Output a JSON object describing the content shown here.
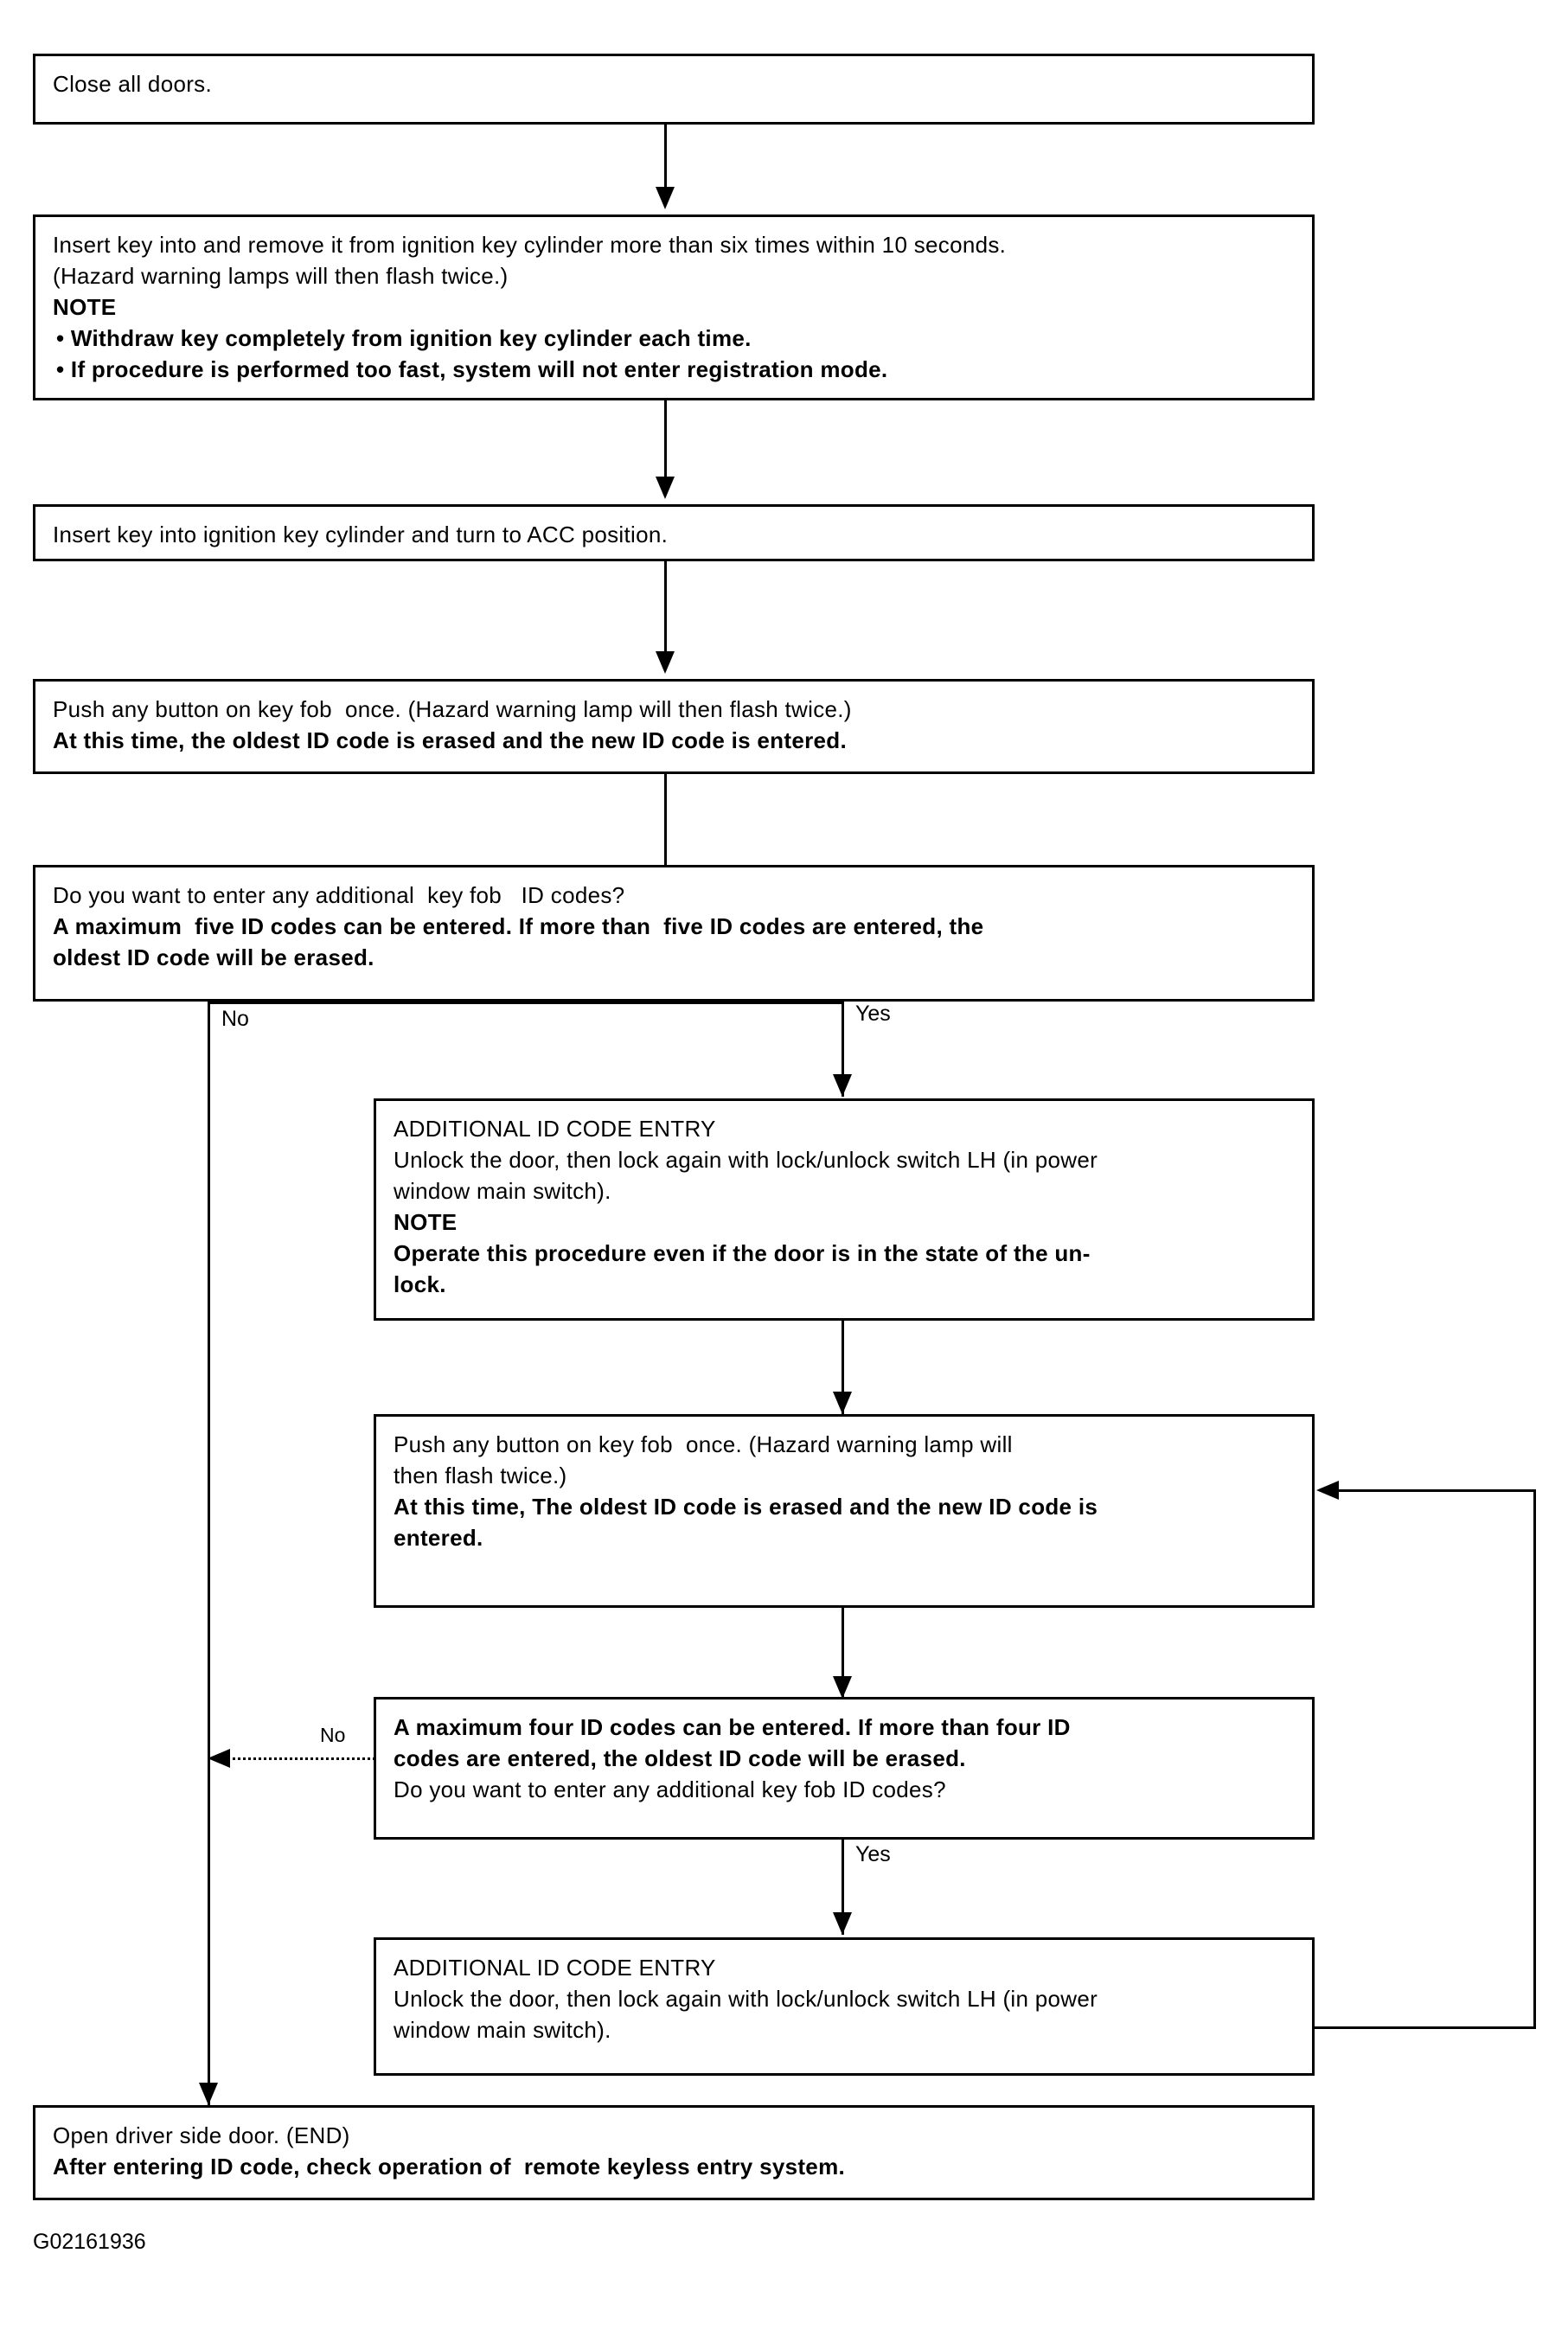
{
  "figure": {
    "caption_id": "G02161936"
  },
  "nodes": {
    "close_doors": {
      "lines": [
        {
          "text": "Close all doors.",
          "bold": false
        }
      ]
    },
    "insert_remove_key": {
      "lines": [
        {
          "text": "Insert key into and remove it from ignition key cylinder more than six times within 10 seconds.",
          "bold": false
        },
        {
          "text": "(Hazard warning lamps will then flash twice.)",
          "bold": false
        },
        {
          "text": "NOTE",
          "bold": true
        },
        {
          "text": "• Withdraw key completely from ignition key cylinder each time.",
          "bold": true
        },
        {
          "text": "• If procedure is performed too fast, system will not enter registration mode.",
          "bold": true
        }
      ]
    },
    "turn_acc": {
      "lines": [
        {
          "text": "Insert key into ignition key cylinder and turn to ACC position.",
          "bold": false
        }
      ]
    },
    "push_button_first": {
      "lines": [
        {
          "text": "Push any button on key fob  once. (Hazard warning lamp will then flash twice.)",
          "bold": false
        },
        {
          "text": "At this time, the oldest ID code is erased and the new ID code is entered.",
          "bold": true
        }
      ]
    },
    "decision_five": {
      "lines": [
        {
          "text": "Do you want to enter any additional  key fob   ID codes?",
          "bold": false
        },
        {
          "text": "A maximum  five ID codes can be entered. If more than  five ID codes are entered, the",
          "bold": true
        },
        {
          "text": "oldest ID code will be erased.",
          "bold": true
        }
      ]
    },
    "additional_entry_1": {
      "lines": [
        {
          "text": "ADDITIONAL ID CODE ENTRY",
          "bold": false
        },
        {
          "text": "Unlock the door, then lock again with lock/unlock switch LH (in power",
          "bold": false
        },
        {
          "text": "window main switch).",
          "bold": false
        },
        {
          "text": "NOTE",
          "bold": true
        },
        {
          "text": "Operate this procedure even if the door is in the state of the un-",
          "bold": true
        },
        {
          "text": "lock.",
          "bold": true
        }
      ]
    },
    "push_button_second": {
      "lines": [
        {
          "text": "Push any button on key fob  once. (Hazard warning lamp will",
          "bold": false
        },
        {
          "text": "then flash twice.)",
          "bold": false
        },
        {
          "text": "At this time, The oldest ID code is erased and the new ID code is",
          "bold": true
        },
        {
          "text": "entered.",
          "bold": true
        }
      ]
    },
    "decision_four": {
      "lines": [
        {
          "text": "A maximum four ID codes can be entered. If more than four ID",
          "bold": true
        },
        {
          "text": "codes are entered, the oldest ID code will be erased.",
          "bold": true
        },
        {
          "text": "Do you want to enter any additional key fob ID codes?",
          "bold": false
        }
      ]
    },
    "additional_entry_2": {
      "lines": [
        {
          "text": "ADDITIONAL ID CODE ENTRY",
          "bold": false
        },
        {
          "text": "Unlock the door, then lock again with lock/unlock switch LH (in power",
          "bold": false
        },
        {
          "text": "window main switch).",
          "bold": false
        }
      ]
    },
    "open_door_end": {
      "lines": [
        {
          "text": "Open driver side door. (END)",
          "bold": false
        },
        {
          "text": "After entering ID code, check operation of  remote keyless entry system.",
          "bold": true
        }
      ]
    }
  },
  "edge_labels": {
    "five_no": "No",
    "five_yes": "Yes",
    "four_no": "No",
    "four_yes": "Yes"
  }
}
